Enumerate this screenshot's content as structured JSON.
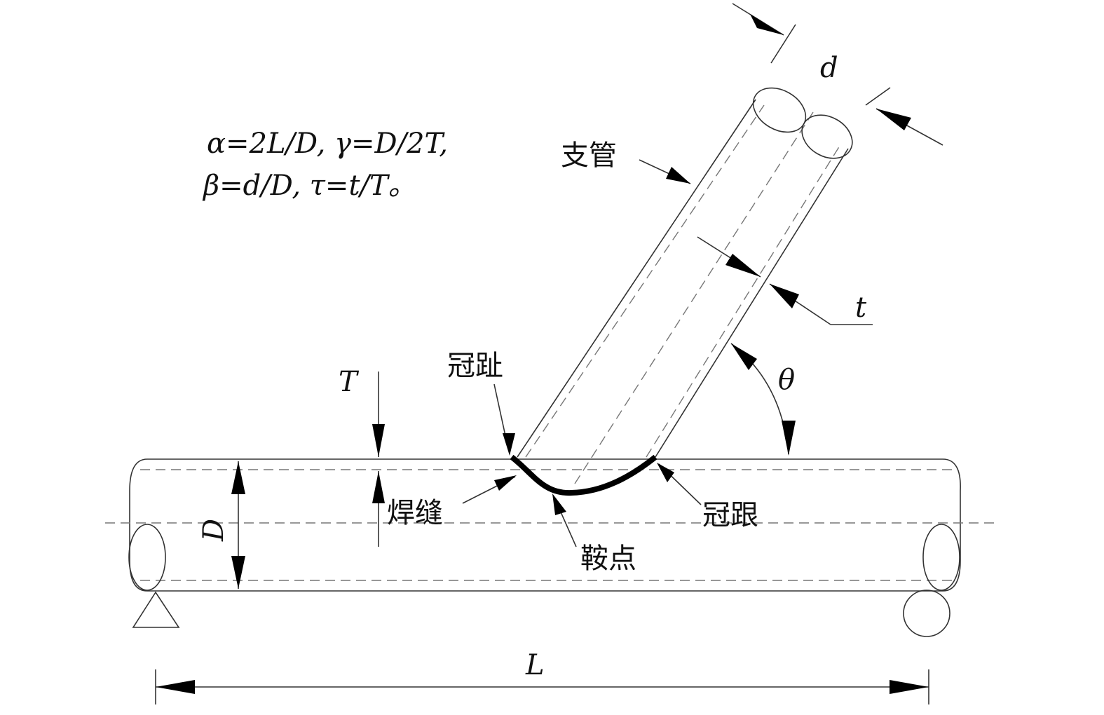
{
  "formula": {
    "line1": "α=2L/D, γ=D/2T,",
    "line2": "β=d/D, τ=t/T。"
  },
  "labels": {
    "brace": "支管",
    "brace_diameter": "d",
    "brace_thickness": "t",
    "angle": "θ",
    "chord_thickness": "T",
    "crown_toe": "冠趾",
    "weld": "焊缝",
    "chord_diameter": "D",
    "saddle": "鞍点",
    "crown_heel": "冠跟",
    "length": "L"
  },
  "colors": {
    "line": "#333333",
    "fill": "#e8e8e8",
    "weld": "#000000"
  }
}
